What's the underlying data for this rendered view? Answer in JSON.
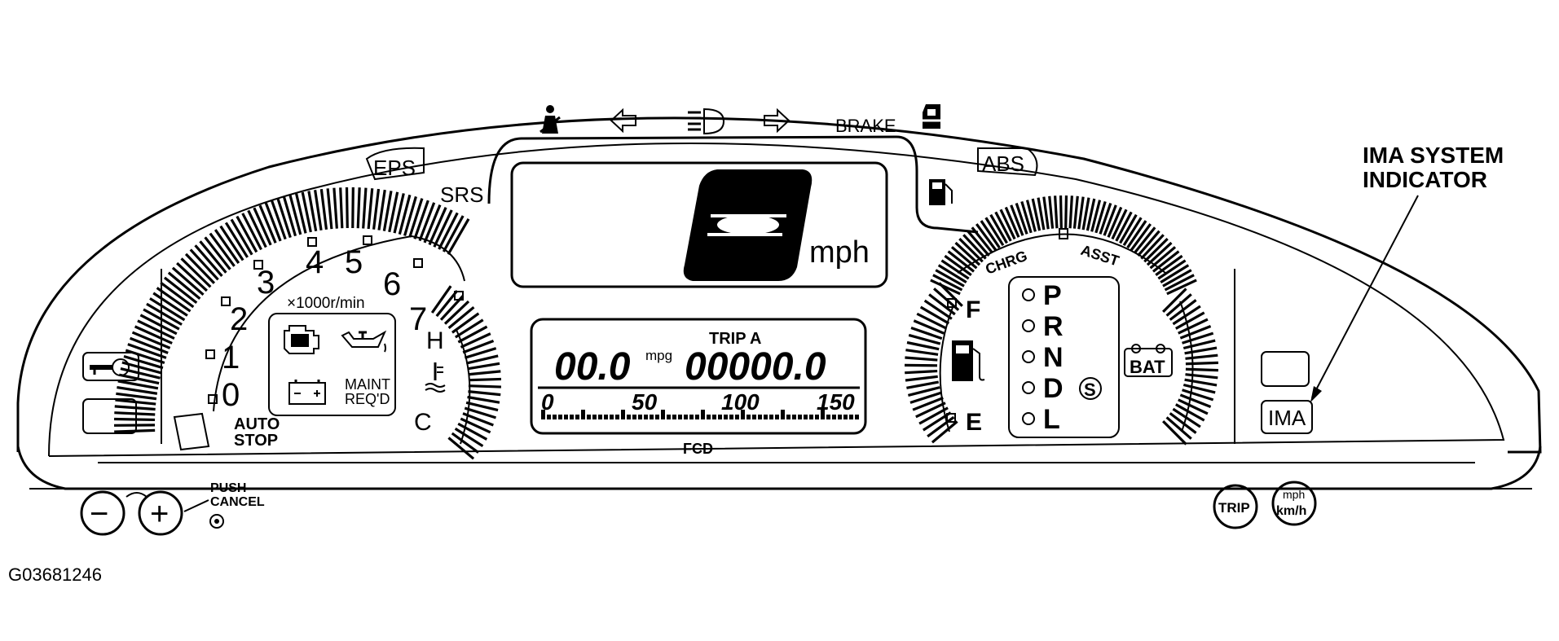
{
  "callout": {
    "line1": "IMA SYSTEM",
    "line2": "INDICATOR"
  },
  "figure_id": "G03681246",
  "top_indicators": {
    "icons": [
      "seatbelt-icon",
      "left-turn-arrow-icon",
      "headlight-icon",
      "right-turn-arrow-icon",
      "door-ajar-icon",
      "fuel-cap-icon"
    ],
    "brake": "BRAKE",
    "eps": "EPS",
    "srs": "SRS",
    "abs": "ABS"
  },
  "speedometer": {
    "value": "0",
    "unit": "mph"
  },
  "tachometer": {
    "ticks": [
      "0",
      "1",
      "2",
      "3",
      "4",
      "5",
      "6",
      "7"
    ],
    "unit": "×1000r/min",
    "auto_stop_line1": "AUTO",
    "auto_stop_line2": "STOP"
  },
  "warning_lights": {
    "maint_line1": "MAINT",
    "maint_line2": "REQ'D",
    "icons": [
      "check-engine-icon",
      "oil-pressure-icon",
      "battery-icon",
      "immobilizer-key-icon"
    ]
  },
  "temp_gauge": {
    "hot": "H",
    "cold": "C",
    "icon": "coolant-temp-icon"
  },
  "odometer": {
    "trip_label": "TRIP A",
    "mpg_value": "00.0",
    "mpg_unit": "mpg",
    "odo_value": "00000.0",
    "scale": [
      "0",
      "50",
      "100",
      "150"
    ],
    "bottom_label": "FCD"
  },
  "fuel_gauge": {
    "full": "F",
    "empty": "E",
    "icon": "fuel-pump-icon"
  },
  "ima_gauge": {
    "chrg": "CHRG",
    "asst": "ASST"
  },
  "gear_selector": {
    "gears": [
      "P",
      "R",
      "N",
      "D",
      "L"
    ],
    "sport": "S"
  },
  "battery_indicator": "BAT",
  "ima_lamp": "IMA",
  "controls": {
    "minus": "−",
    "plus": "+",
    "push_line1": "PUSH",
    "push_line2": "CANCEL",
    "trip": "TRIP",
    "unit_top": "mph",
    "unit_bottom": "km/h"
  }
}
